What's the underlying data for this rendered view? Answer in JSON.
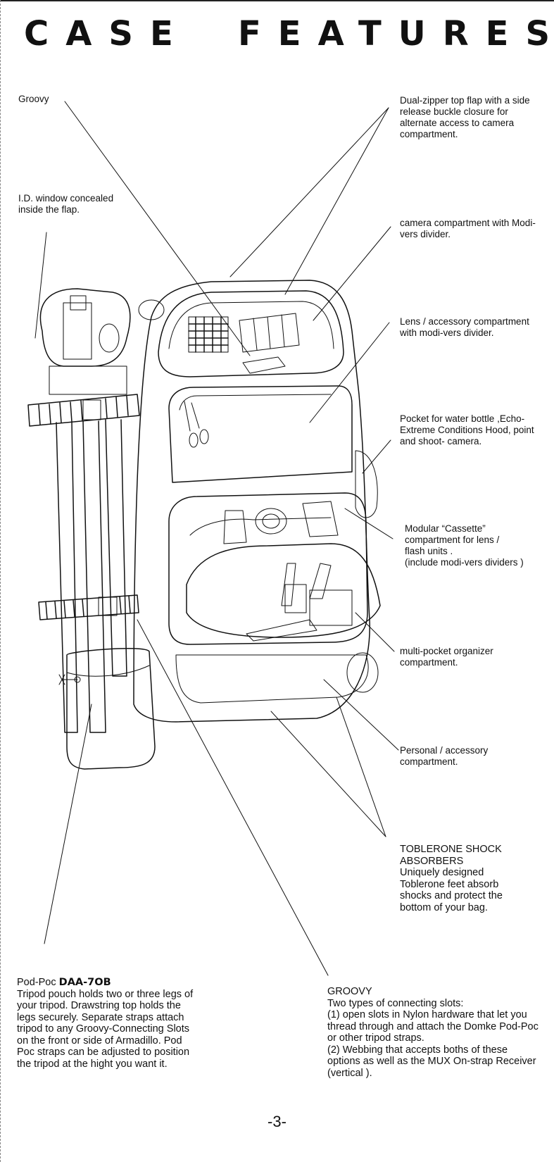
{
  "title": {
    "word1": "CASE",
    "word2": "FEATURES"
  },
  "labels": {
    "groovy_top": "Groovy",
    "id_window": "I.D. window concealed inside the flap.",
    "dual_zipper": "Dual-zipper top flap with a side release buckle closure for alternate access to camera compartment.",
    "camera_compartment": "camera compartment with Modi-vers divider.",
    "lens_compartment": "Lens / accessory compartment with modi-vers divider.",
    "water_pocket": "Pocket for water bottle ,Echo-Extreme Conditions Hood, point and shoot- camera.",
    "cassette_line1": "Modular “Cassette” compartment for lens / flash units .",
    "cassette_line2": "(include modi-vers dividers )",
    "organizer": "multi-pocket organizer compartment.",
    "personal": "Personal / accessory compartment.",
    "toblerone_heading": "TOBLERONE SHOCK ABSORBERS",
    "toblerone_body": "Uniquely designed Toblerone feet absorb shocks and protect the bottom of your bag.",
    "podpoc_prefix": "Pod-Poc",
    "podpoc_model": "DAA-7OB",
    "podpoc_body": "Tripod pouch holds two or three legs of your tripod. Drawstring top holds the legs securely. Separate straps attach tripod to any Groovy-Connecting Slots on the front or side of Armadillo. Pod Poc straps can be adjusted to position the tripod at the hight you want it.",
    "groovy_heading": "GROOVY",
    "groovy_intro": "Two types of connecting slots:",
    "groovy_item1": "(1) open slots in Nylon hardware that let you thread through and attach the Domke Pod-Poc or other tripod straps.",
    "groovy_item2": "(2) Webbing that accepts boths of these options as well as the MUX On-strap Receiver (vertical ).",
    "page_number": "-3-"
  }
}
